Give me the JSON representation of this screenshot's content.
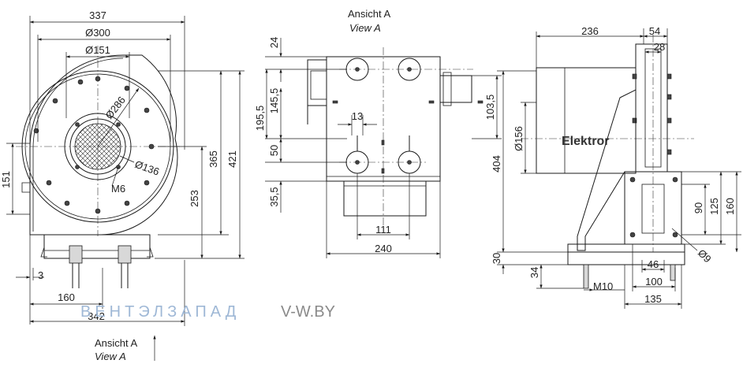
{
  "colors": {
    "line": "#1a1a1a",
    "watermark_a": "#9fb8d6",
    "watermark_b": "#8a8a8a"
  },
  "front_view": {
    "dims": {
      "w337": "337",
      "d300": "Ø300",
      "d151": "Ø151",
      "d286": "Ø286",
      "d136": "Ø136",
      "m6": "M6",
      "h151": "151",
      "h365": "365",
      "h421": "421",
      "h253": "253",
      "t3": "3",
      "w160": "160",
      "w342": "342"
    },
    "view_label": "Ansicht A",
    "view_label_it": "View A"
  },
  "view_a": {
    "title": "Ansicht A",
    "title_it": "View A",
    "dims": {
      "d24": "24",
      "d195": "195,5",
      "d145": "145,5",
      "d13": "13",
      "d1035": "103,5",
      "d50": "50",
      "d355": "35,5",
      "d111": "111",
      "d240": "240"
    }
  },
  "side_view": {
    "brand": "Elektror",
    "dims": {
      "w236": "236",
      "w54": "54",
      "w28": "28",
      "d156": "Ø156",
      "h404": "404",
      "h30": "30",
      "h34": "34",
      "h90": "90",
      "h125": "125",
      "h160": "160",
      "d9": "Ø9",
      "w46": "46",
      "m10": "M10",
      "w100": "100",
      "w135": "135"
    }
  },
  "watermark": {
    "brand": "ВЕНТЭЛЗАПАД",
    "site": "V-W.BY"
  }
}
